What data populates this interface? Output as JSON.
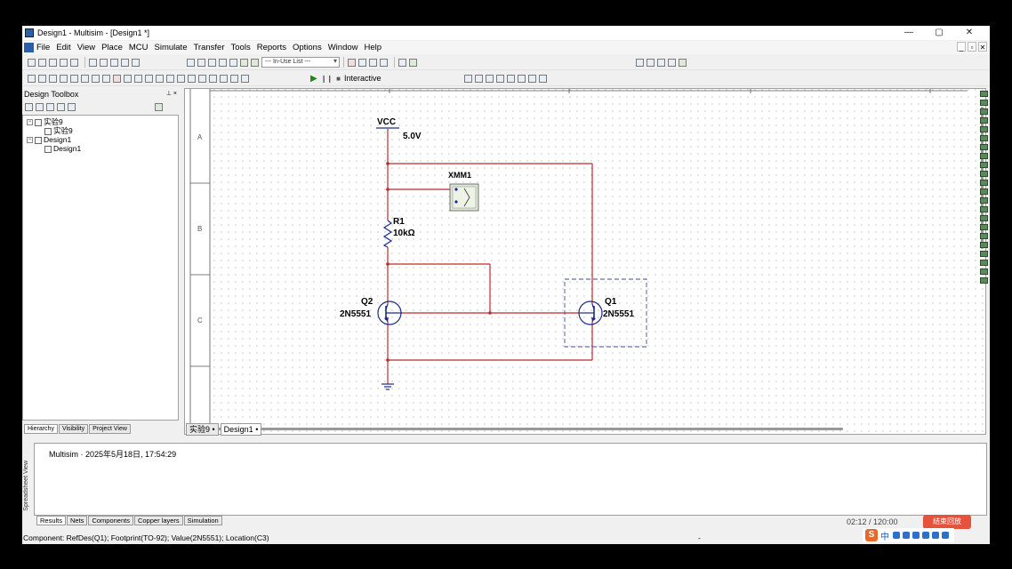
{
  "window": {
    "title": "Design1 - Multisim - [Design1 *]",
    "controls": [
      "—",
      "▢",
      "✕"
    ],
    "mdi_controls": [
      "_",
      "▫",
      "✕"
    ]
  },
  "menu": [
    "File",
    "Edit",
    "View",
    "Place",
    "MCU",
    "Simulate",
    "Transfer",
    "Tools",
    "Reports",
    "Options",
    "Window",
    "Help"
  ],
  "toolbar": {
    "in_use_list": "--- In-Use List ---",
    "interactive_label": "Interactive"
  },
  "toolbox": {
    "title": "Design Toolbox",
    "pins": "⊥ ×",
    "tree": [
      {
        "label": "实验9",
        "level": 1,
        "toggle": "−"
      },
      {
        "label": "实验9",
        "level": 2
      },
      {
        "label": "Design1",
        "level": 1,
        "toggle": "−"
      },
      {
        "label": "Design1",
        "level": 2
      }
    ],
    "tabs": [
      "Hierarchy",
      "Visibility",
      "Project View"
    ]
  },
  "schematic": {
    "row_labels": [
      "A",
      "B",
      "C"
    ],
    "vcc_label": "VCC",
    "vcc_value": "5.0V",
    "multimeter_label": "XMM1",
    "r1_ref": "R1",
    "r1_value": "10kΩ",
    "q2_ref": "Q2",
    "q2_model": "2N5551",
    "q1_ref": "Q1",
    "q1_model": "2N5551",
    "wire_color": "#c0282a",
    "component_color": "#1a2a8a"
  },
  "doc_tabs": [
    "实验9 •",
    "Design1 •"
  ],
  "spreadsheet": {
    "side_label": "Spreadsheet View",
    "log_source": "Multisim",
    "log_message": "2025年5月18日, 17:54:29",
    "tabs": [
      "Results",
      "Nets",
      "Components",
      "Copper layers",
      "Simulation"
    ]
  },
  "statusbar": {
    "text": "Component: RefDes(Q1); Footprint(TO-92); Value(2N5551); Location(C3)",
    "center_mark": "-"
  },
  "overlay": {
    "timer": "02:12 / 120:00",
    "record_button": "结束回放",
    "ime_logo": "S",
    "ime_text": "中"
  }
}
